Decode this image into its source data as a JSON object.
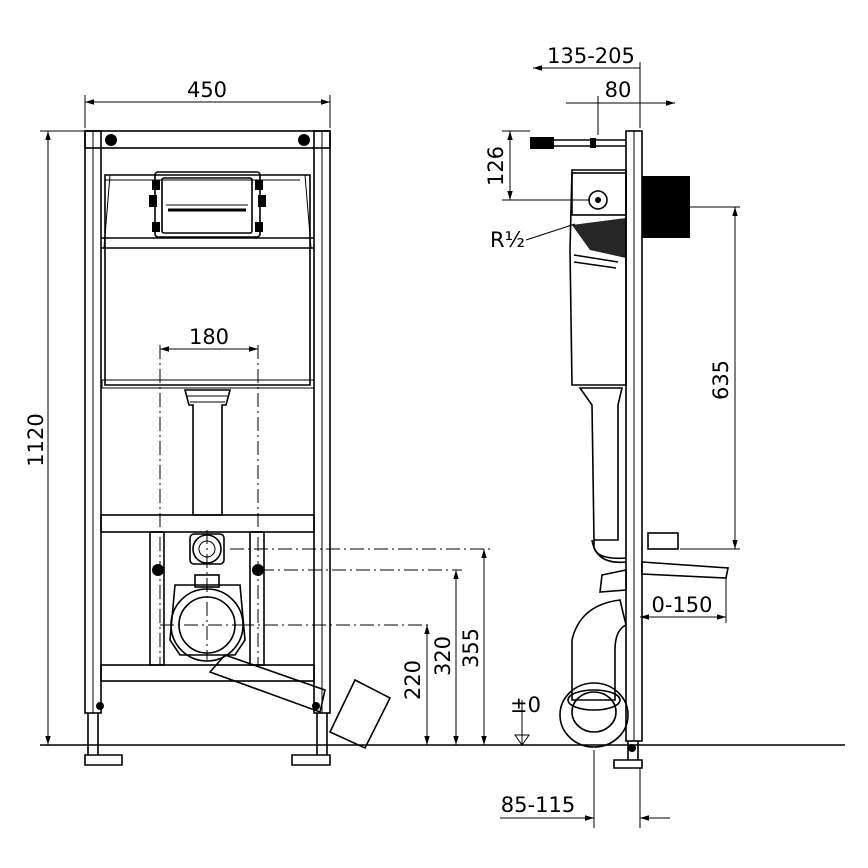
{
  "dimensions": {
    "frame_width": "450",
    "frame_height": "1120",
    "bolt_spacing": "180",
    "side_offset_range": "135-205",
    "side_offset": "80",
    "inlet_height": "126",
    "thread": "R½",
    "height_635": "635",
    "h220": "220",
    "h320": "320",
    "h355": "355",
    "floor_level": "±0",
    "adjust_range": "0-150",
    "depth_range": "85-115"
  }
}
